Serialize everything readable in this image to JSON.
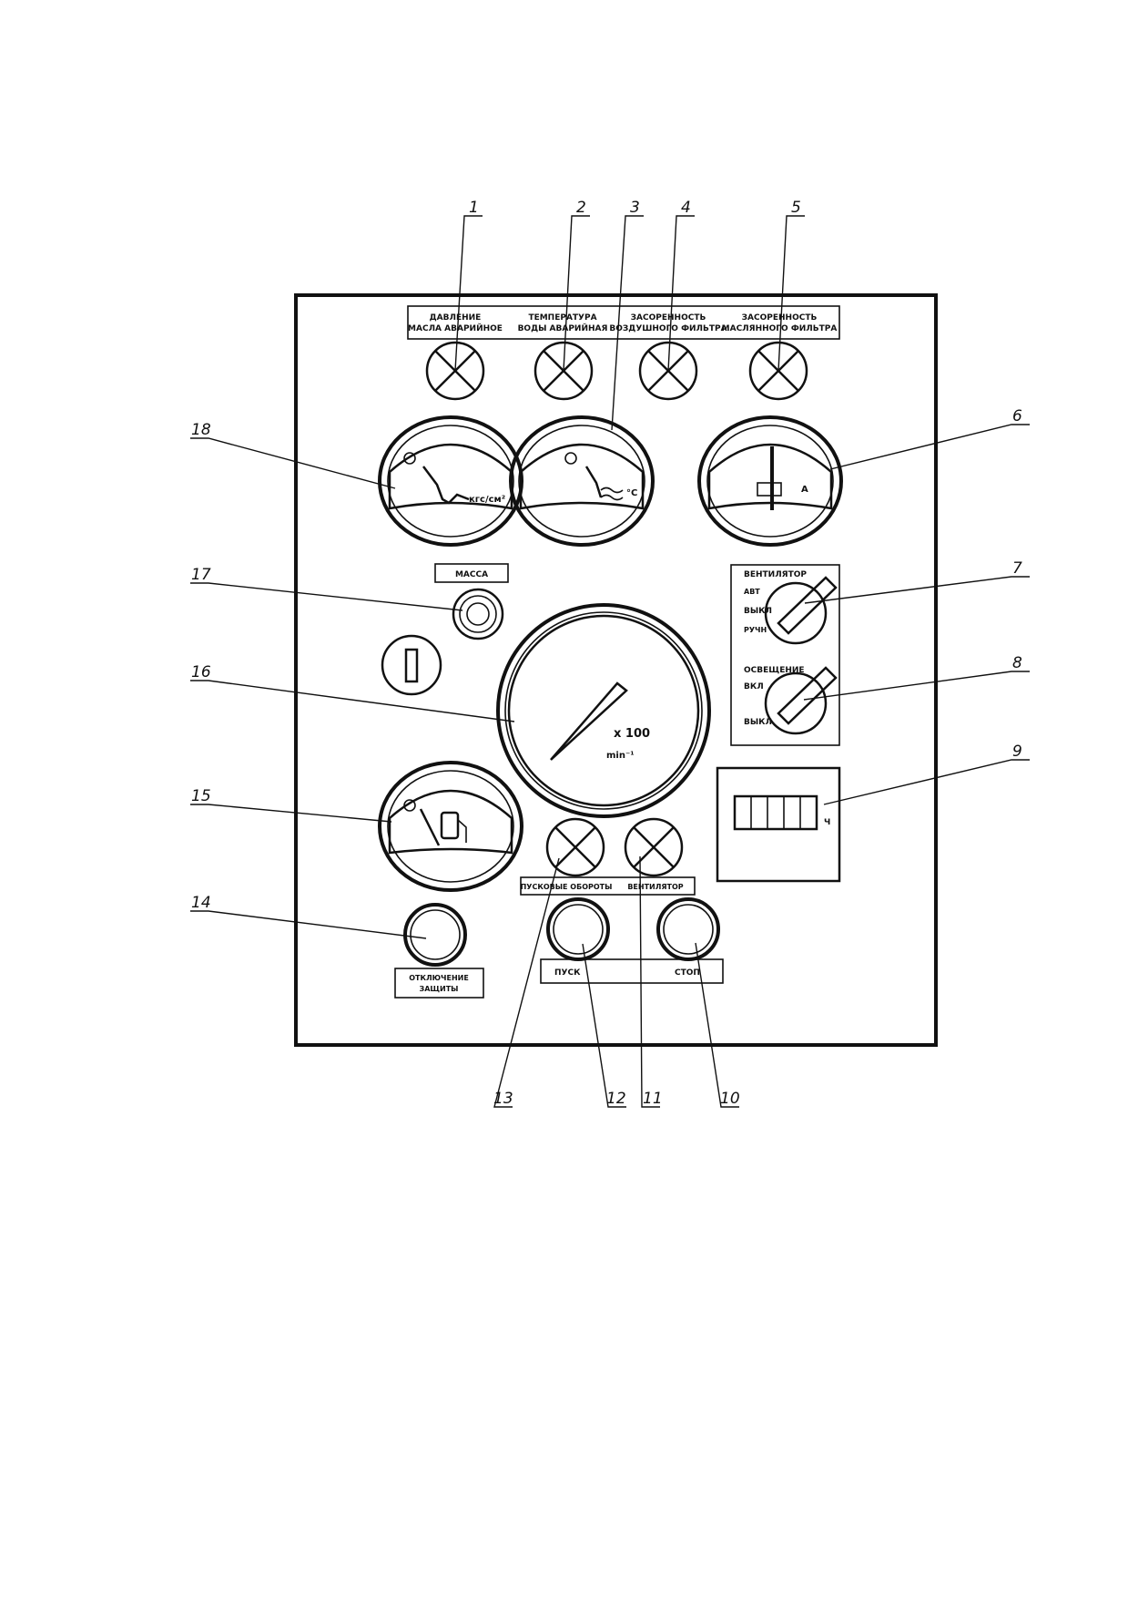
{
  "panel": {
    "warning_labels": [
      {
        "line1": "ДАВЛЕНИЕ",
        "line2": "МАСЛА АВАРИЙНОЕ"
      },
      {
        "line1": "ТЕМПЕРАТУРА",
        "line2": "ВОДЫ АВАРИЙНАЯ"
      },
      {
        "line1": "ЗАСОРЕННОСТЬ",
        "line2": "ВОЗДУШНОГО ФИЛЬТРА"
      },
      {
        "line1": "ЗАСОРЕННОСТЬ",
        "line2": "МАСЛЯННОГО ФИЛЬТРА"
      }
    ],
    "gauges": {
      "oil_pressure_unit": "кгс/см²",
      "water_temp_unit": "°С",
      "ammeter_unit": "А",
      "tacho_unit_1": "x 100",
      "tacho_unit_2": "min⁻¹"
    },
    "massa_label": "МАССА",
    "fan_switch": {
      "title": "ВЕНТИЛЯТОР",
      "pos_auto": "АВТ",
      "pos_off": "ВЫКЛ",
      "pos_manual": "РУЧН"
    },
    "light_switch": {
      "title": "ОСВЕЩЕНИЕ",
      "pos_on": "ВКЛ",
      "pos_off": "ВЫКЛ"
    },
    "hour_meter_unit": "Ч",
    "bottom_lamps_labels": {
      "left": "ПУСКОВЫЕ ОБОРОТЫ",
      "right": "ВЕНТИЛЯТОР"
    },
    "protection_label": {
      "line1": "ОТКЛЮЧЕНИЕ",
      "line2": "ЗАЩИТЫ"
    },
    "start_stop_labels": {
      "start": "ПУСК",
      "stop": "СТОП"
    }
  },
  "callouts": [
    "1",
    "2",
    "3",
    "4",
    "5",
    "6",
    "7",
    "8",
    "9",
    "10",
    "11",
    "12",
    "13",
    "14",
    "15",
    "16",
    "17",
    "18"
  ]
}
